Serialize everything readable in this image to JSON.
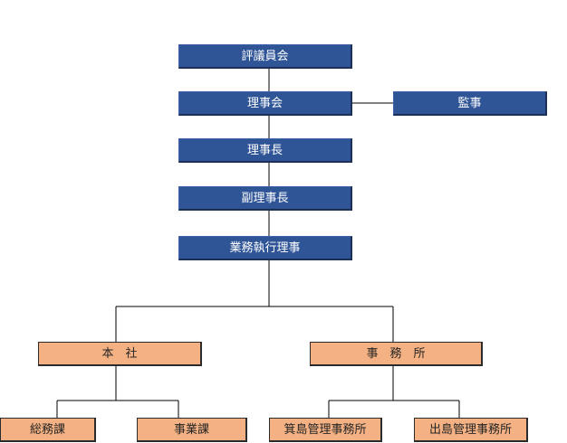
{
  "org_chart": {
    "council": "評議員会",
    "board": "理事会",
    "auditor": "監事",
    "chairman": "理事長",
    "vice_chairman": "副理事長",
    "executive_director": "業務執行理事",
    "head_office": "本　社",
    "office": "事　務　所",
    "general_affairs": "総務課",
    "business": "事業課",
    "minoshima_office": "箕島管理事務所",
    "dejima_office": "出島管理事務所"
  },
  "colors": {
    "executive_fill": "#2f5597",
    "department_fill": "#f4b183",
    "connector": "#000000"
  }
}
